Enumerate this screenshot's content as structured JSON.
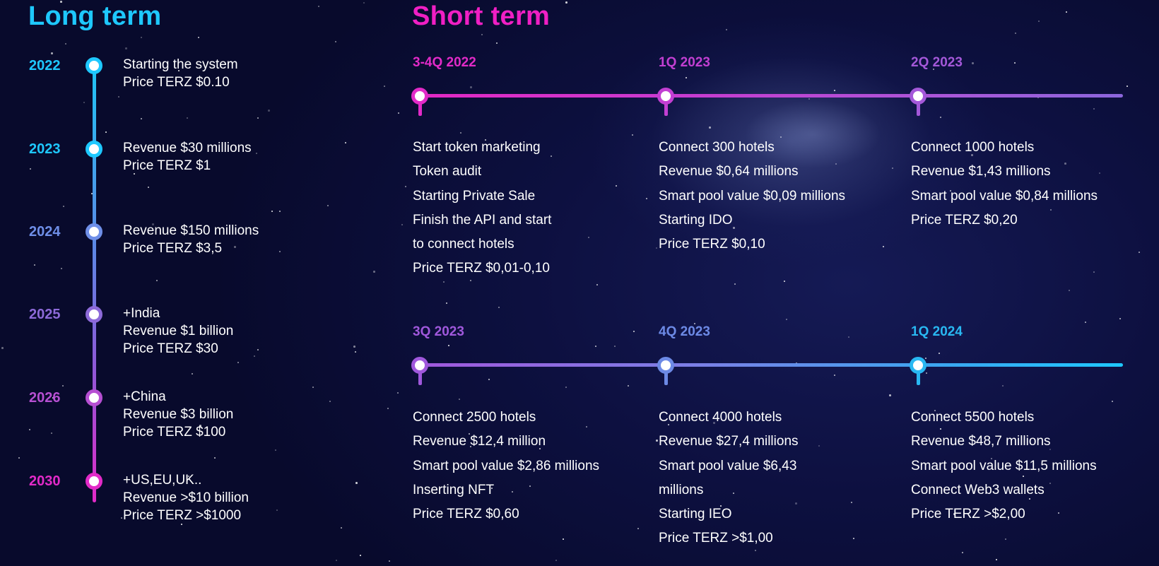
{
  "long_term": {
    "title": "Long term",
    "items": [
      {
        "year": "2022",
        "lines": [
          "Starting the system",
          "Price TERZ $0.10"
        ],
        "color": "#1ec8ff"
      },
      {
        "year": "2023",
        "lines": [
          "Revenue $30 millions",
          "Price TERZ $1"
        ],
        "color": "#1ec8ff"
      },
      {
        "year": "2024",
        "lines": [
          "Revenue $150 millions",
          "Price TERZ $3,5"
        ],
        "color": "#6f8fe8"
      },
      {
        "year": "2025",
        "lines": [
          "+India",
          "Revenue $1 billion",
          "Price TERZ $30"
        ],
        "color": "#8d6ad9"
      },
      {
        "year": "2026",
        "lines": [
          "+China",
          "Revenue $3 billion",
          "Price TERZ $100"
        ],
        "color": "#b64fd2"
      },
      {
        "year": "2030",
        "lines": [
          "+US,EU,UK..",
          "Revenue >$10 billion",
          "Price TERZ >$1000"
        ],
        "color": "#e22ac8"
      }
    ]
  },
  "short_term": {
    "title": "Short term",
    "rows": [
      {
        "items": [
          {
            "period": "3-4Q 2022",
            "color": "#e22ac8",
            "lines": [
              "Start token marketing",
              "Token audit",
              "Starting Private Sale",
              "Finish the API and start",
              "to connect hotels",
              "Price TERZ $0,01-0,10"
            ]
          },
          {
            "period": "1Q 2023",
            "color": "#c23fd2",
            "lines": [
              "Connect 300 hotels",
              "Revenue $0,64 millions",
              "Smart pool value $0,09 millions",
              "Starting IDO",
              "Price TERZ $0,10"
            ]
          },
          {
            "period": "2Q 2023",
            "color": "#a458d9",
            "lines": [
              "Connect 1000 hotels",
              "Revenue $1,43 millions",
              "Smart pool value $0,84 millions",
              "Price TERZ $0,20"
            ]
          }
        ]
      },
      {
        "items": [
          {
            "period": "3Q 2023",
            "color": "#a058dc",
            "lines": [
              "Connect 2500 hotels",
              "Revenue $12,4 million",
              "Smart pool value $2,86 millions",
              "Inserting NFT",
              "Price TERZ $0,60"
            ]
          },
          {
            "period": "4Q 2023",
            "color": "#6d8ae6",
            "lines": [
              "Connect 4000 hotels",
              "Revenue $27,4 millions",
              "Smart pool value $6,43",
              "millions",
              "Starting IEO",
              "Price TERZ >$1,00"
            ]
          },
          {
            "period": "1Q 2024",
            "color": "#29b8f2",
            "lines": [
              "Connect 5500 hotels",
              "Revenue $48,7 millions",
              "Smart pool value $11,5 millions",
              "Connect Web3 wallets",
              "Price TERZ >$2,00"
            ]
          }
        ]
      }
    ]
  }
}
